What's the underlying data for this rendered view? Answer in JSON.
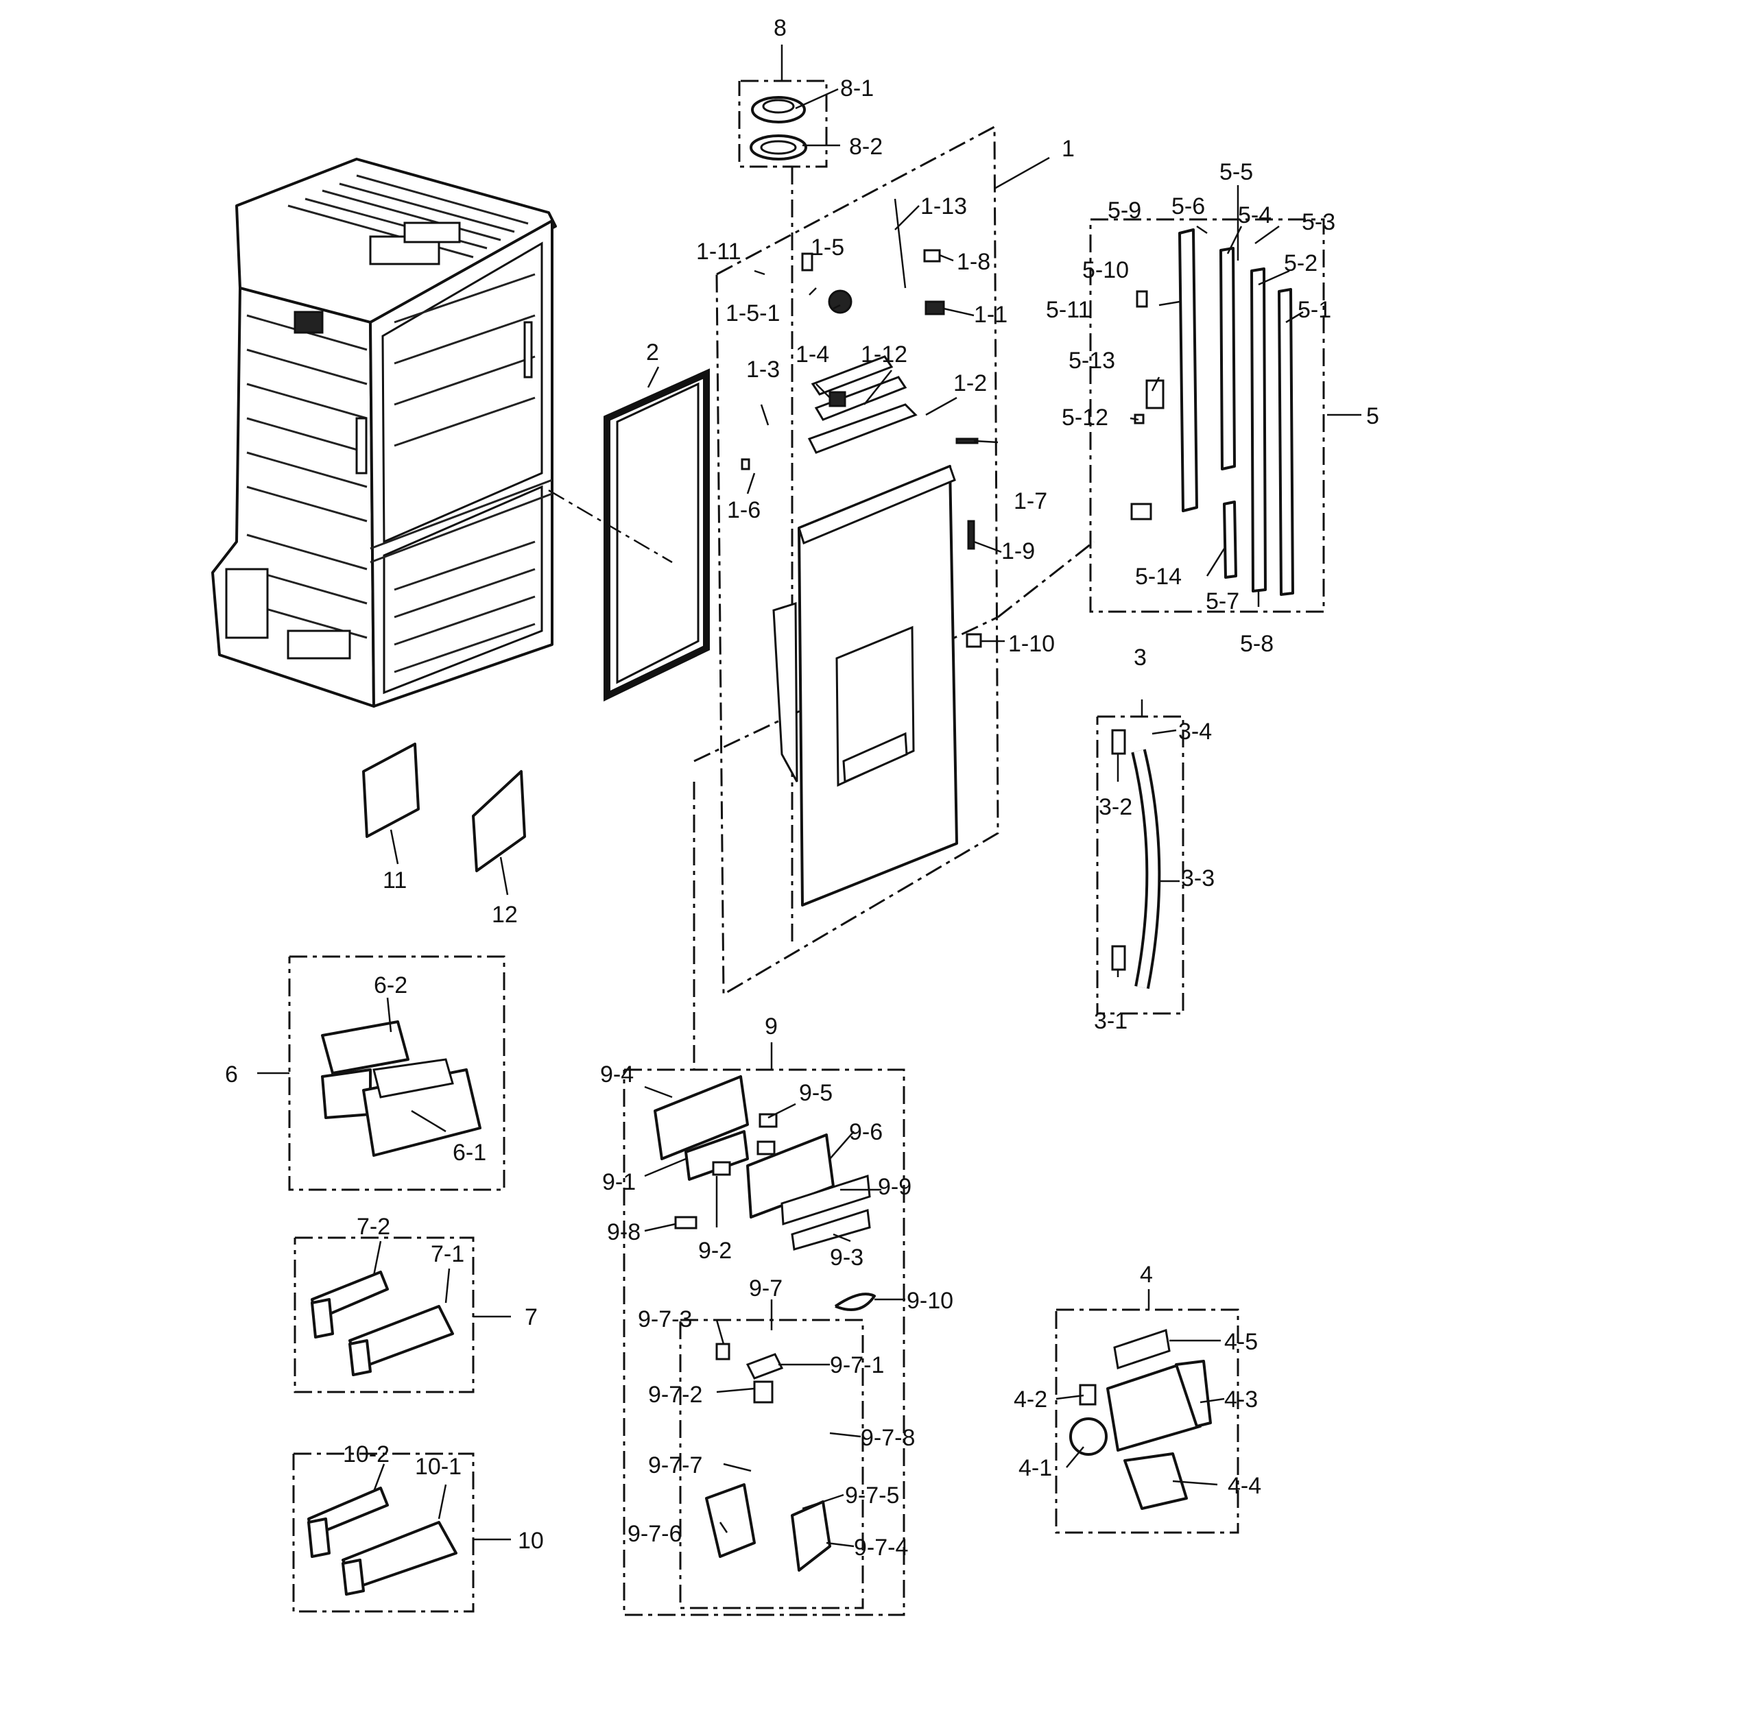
{
  "labels": {
    "l1": "1",
    "l1_1": "1-1",
    "l1_2": "1-2",
    "l1_3": "1-3",
    "l1_4": "1-4",
    "l1_5": "1-5",
    "l1_5_1": "1-5-1",
    "l1_6": "1-6",
    "l1_7": "1-7",
    "l1_8": "1-8",
    "l1_9": "1-9",
    "l1_10": "1-10",
    "l1_11": "1-11",
    "l1_12": "1-12",
    "l1_13": "1-13",
    "l2": "2",
    "l3": "3",
    "l3_1": "3-1",
    "l3_2": "3-2",
    "l3_3": "3-3",
    "l3_4": "3-4",
    "l4": "4",
    "l4_1": "4-1",
    "l4_2": "4-2",
    "l4_3": "4-3",
    "l4_4": "4-4",
    "l4_5": "4-5",
    "l5": "5",
    "l5_1": "5-1",
    "l5_2": "5-2",
    "l5_3": "5-3",
    "l5_4": "5-4",
    "l5_5": "5-5",
    "l5_6": "5-6",
    "l5_7": "5-7",
    "l5_8": "5-8",
    "l5_9": "5-9",
    "l5_10": "5-10",
    "l5_11": "5-11",
    "l5_12": "5-12",
    "l5_13": "5-13",
    "l5_14": "5-14",
    "l6": "6",
    "l6_1": "6-1",
    "l6_2": "6-2",
    "l7": "7",
    "l7_1": "7-1",
    "l7_2": "7-2",
    "l8": "8",
    "l8_1": "8-1",
    "l8_2": "8-2",
    "l9": "9",
    "l9_1": "9-1",
    "l9_2": "9-2",
    "l9_3": "9-3",
    "l9_4": "9-4",
    "l9_5": "9-5",
    "l9_6": "9-6",
    "l9_7": "9-7",
    "l9_8": "9-8",
    "l9_9": "9-9",
    "l9_10": "9-10",
    "l9_7_1": "9-7-1",
    "l9_7_2": "9-7-2",
    "l9_7_3": "9-7-3",
    "l9_7_4": "9-7-4",
    "l9_7_5": "9-7-5",
    "l9_7_6": "9-7-6",
    "l9_7_7": "9-7-7",
    "l9_7_8": "9-7-8",
    "l10": "10",
    "l10_1": "10-1",
    "l10_2": "10-2",
    "l11": "11",
    "l12": "12"
  }
}
